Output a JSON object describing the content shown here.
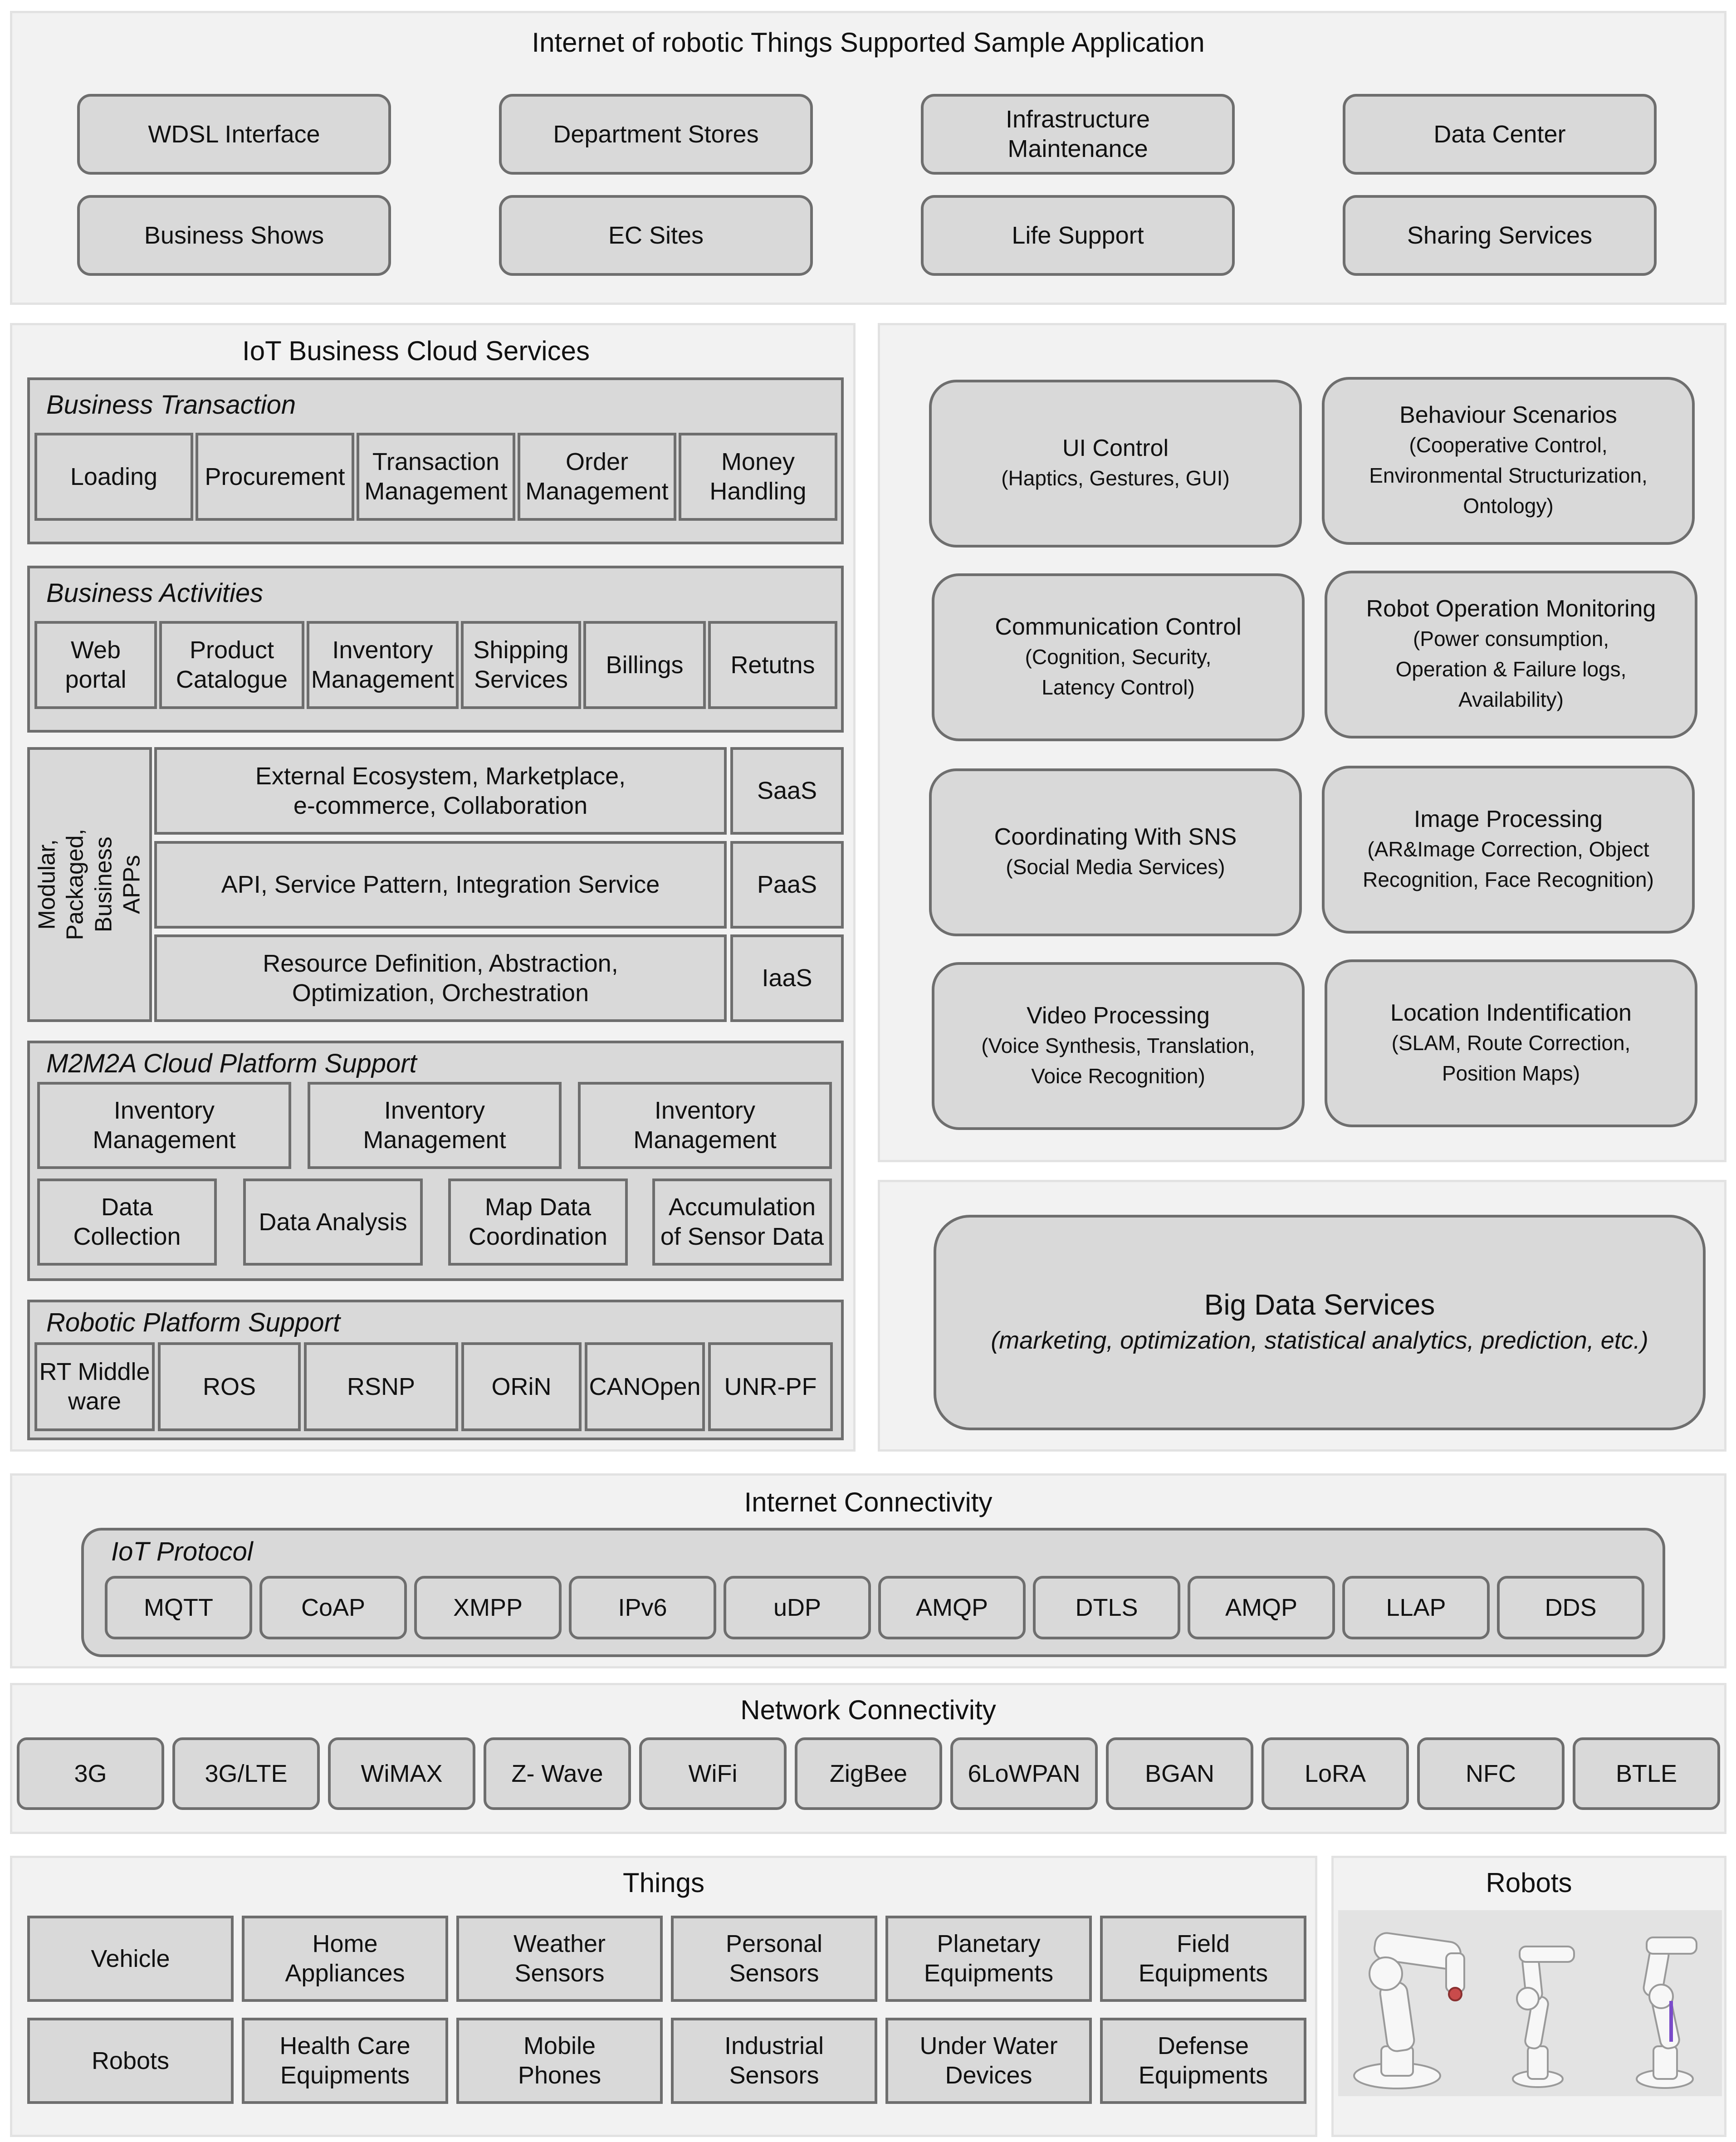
{
  "app": {
    "title": "Internet of robotic Things Supported Sample Application",
    "items": [
      "WDSL Interface",
      "Department Stores",
      "Infrastructure\nMaintenance",
      "Data Center",
      "Business Shows",
      "EC Sites",
      "Life Support",
      "Sharing Services"
    ]
  },
  "cloud": {
    "title": "IoT Business  Cloud Services",
    "transaction": {
      "title": "Business Transaction",
      "items": [
        "Loading",
        "Procurement",
        "Transaction\nManagement",
        "Order\nManagement",
        "Money\nHandling"
      ]
    },
    "activities": {
      "title": "Business Activities",
      "items": [
        "Web\nportal",
        "Product\nCatalogue",
        "Inventory\nManagement",
        "Shipping\nServices",
        "Billings",
        "Retutns"
      ]
    },
    "modular": {
      "label": "Modular, Packaged,\nBusiness APPs",
      "rows": [
        {
          "desc": "External Ecosystem, Marketplace,\ne-commerce, Collaboration",
          "tier": "SaaS"
        },
        {
          "desc": "API, Service Pattern, Integration Service",
          "tier": "PaaS"
        },
        {
          "desc": "Resource Definition, Abstraction,\nOptimization, Orchestration",
          "tier": "IaaS"
        }
      ]
    },
    "m2m": {
      "title": "M2M2A Cloud Platform Support",
      "row1": [
        "Inventory\nManagement",
        "Inventory\nManagement",
        "Inventory\nManagement"
      ],
      "row2": [
        "Data\nCollection",
        "Data Analysis",
        "Map Data\nCoordination",
        "Accumulation\nof Sensor Data"
      ]
    },
    "robotic": {
      "title": "Robotic Platform Support",
      "items": [
        "RT Middle\nware",
        "ROS",
        "RSNP",
        "ORiN",
        "CANOpen",
        "UNR-PF"
      ]
    }
  },
  "services": [
    {
      "title": "UI Control",
      "desc": "(Haptics, Gestures, GUI)"
    },
    {
      "title": "Behaviour Scenarios",
      "desc": "(Cooperative Control,\nEnvironmental Structurization,\nOntology)"
    },
    {
      "title": "Communication Control",
      "desc": "(Cognition, Security,\nLatency Control)"
    },
    {
      "title": "Robot Operation Monitoring",
      "desc": "(Power consumption,\nOperation & Failure logs,\nAvailability)"
    },
    {
      "title": "Coordinating With SNS",
      "desc": "(Social Media Services)"
    },
    {
      "title": "Image Processing",
      "desc": "(AR&Image Correction, Object\nRecognition, Face Recognition)"
    },
    {
      "title": "Video Processing",
      "desc": "(Voice Synthesis, Translation,\nVoice Recognition)"
    },
    {
      "title": "Location Indentification",
      "desc": "(SLAM, Route Correction,\nPosition Maps)"
    }
  ],
  "bigdata": {
    "title": "Big Data Services",
    "desc": "(marketing, optimization, statistical analytics, prediction, etc.)"
  },
  "internet": {
    "title": "Internet Connectivity",
    "protocol_title": "IoT Protocol",
    "protocols": [
      "MQTT",
      "CoAP",
      "XMPP",
      "IPv6",
      "uDP",
      "AMQP",
      "DTLS",
      "AMQP",
      "LLAP",
      "DDS"
    ]
  },
  "network": {
    "title": "Network Connectivity",
    "items": [
      "3G",
      "3G/LTE",
      "WiMAX",
      "Z- Wave",
      "WiFi",
      "ZigBee",
      "6LoWPAN",
      "BGAN",
      "LoRA",
      "NFC",
      "BTLE"
    ]
  },
  "things": {
    "title": "Things",
    "row1": [
      "Vehicle",
      "Home\nAppliances",
      "Weather\nSensors",
      "Personal\nSensors",
      "Planetary\nEquipments",
      "Field\nEquipments"
    ],
    "row2": [
      "Robots",
      "Health Care\nEquipments",
      "Mobile\nPhones",
      "Industrial\nSensors",
      "Under Water\nDevices",
      "Defense\nEquipments"
    ]
  },
  "robots": {
    "title": "Robots"
  }
}
